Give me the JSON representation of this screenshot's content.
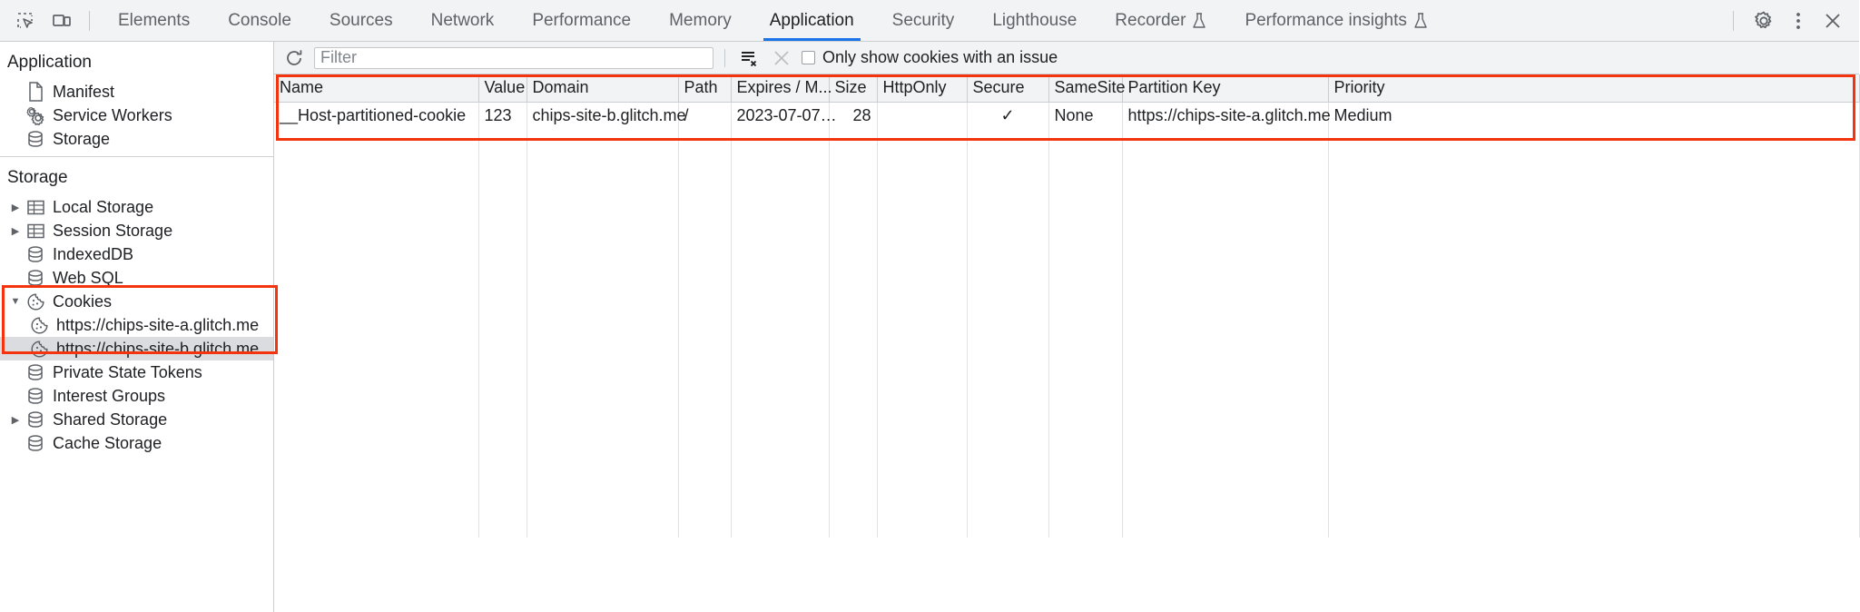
{
  "toolbar": {
    "icons": [
      {
        "name": "inspect-element-icon",
        "label": "Inspect element"
      },
      {
        "name": "device-toolbar-icon",
        "label": "Toggle device toolbar"
      }
    ],
    "tabs": [
      {
        "label": "Elements",
        "active": false,
        "experimental": false
      },
      {
        "label": "Console",
        "active": false,
        "experimental": false
      },
      {
        "label": "Sources",
        "active": false,
        "experimental": false
      },
      {
        "label": "Network",
        "active": false,
        "experimental": false
      },
      {
        "label": "Performance",
        "active": false,
        "experimental": false
      },
      {
        "label": "Memory",
        "active": false,
        "experimental": false
      },
      {
        "label": "Application",
        "active": true,
        "experimental": false
      },
      {
        "label": "Security",
        "active": false,
        "experimental": false
      },
      {
        "label": "Lighthouse",
        "active": false,
        "experimental": false
      },
      {
        "label": "Recorder",
        "active": false,
        "experimental": true
      },
      {
        "label": "Performance insights",
        "active": false,
        "experimental": true
      }
    ],
    "right_buttons": [
      {
        "name": "settings-gear-icon",
        "label": "Settings"
      },
      {
        "name": "more-options-icon",
        "label": "More options"
      },
      {
        "name": "close-devtools-icon",
        "label": "Close"
      }
    ],
    "active_tab_underline_color": "#1a73e8"
  },
  "sidebar": {
    "application_section": {
      "title": "Application",
      "items": [
        {
          "label": "Manifest",
          "icon": "document-icon",
          "indent": 2,
          "twisty": "none",
          "selected": false
        },
        {
          "label": "Service Workers",
          "icon": "gears-icon",
          "indent": 2,
          "twisty": "none",
          "selected": false
        },
        {
          "label": "Storage",
          "icon": "database-icon",
          "indent": 2,
          "twisty": "none",
          "selected": false
        }
      ]
    },
    "storage_section": {
      "title": "Storage",
      "items": [
        {
          "label": "Local Storage",
          "icon": "table-icon",
          "indent": 2,
          "twisty": "collapsed",
          "selected": false
        },
        {
          "label": "Session Storage",
          "icon": "table-icon",
          "indent": 2,
          "twisty": "collapsed",
          "selected": false
        },
        {
          "label": "IndexedDB",
          "icon": "database-icon",
          "indent": 2,
          "twisty": "none",
          "selected": false
        },
        {
          "label": "Web SQL",
          "icon": "database-icon",
          "indent": 2,
          "twisty": "none",
          "selected": false
        },
        {
          "label": "Cookies",
          "icon": "cookie-icon",
          "indent": 2,
          "twisty": "expanded",
          "selected": false
        },
        {
          "label": "https://chips-site-a.glitch.me",
          "icon": "cookie-icon",
          "indent": 3,
          "twisty": "none",
          "selected": false
        },
        {
          "label": "https://chips-site-b.glitch.me",
          "icon": "cookie-icon",
          "indent": 3,
          "twisty": "none",
          "selected": true
        },
        {
          "label": "Private State Tokens",
          "icon": "database-icon",
          "indent": 2,
          "twisty": "none",
          "selected": false
        },
        {
          "label": "Interest Groups",
          "icon": "database-icon",
          "indent": 2,
          "twisty": "none",
          "selected": false
        },
        {
          "label": "Shared Storage",
          "icon": "database-icon",
          "indent": 2,
          "twisty": "collapsed",
          "selected": false
        },
        {
          "label": "Cache Storage",
          "icon": "database-icon",
          "indent": 2,
          "twisty": "none",
          "selected": false
        }
      ]
    }
  },
  "filterbar": {
    "refresh_label": "Refresh",
    "filter_placeholder": "Filter",
    "filter_value": "",
    "clear_filter_label": "Clear filter",
    "clear_all_label": "Clear all cookies",
    "only_issues_label": "Only show cookies with an issue",
    "only_issues_checked": false
  },
  "table": {
    "columns": [
      {
        "key": "name",
        "label": "Name"
      },
      {
        "key": "value",
        "label": "Value"
      },
      {
        "key": "domain",
        "label": "Domain"
      },
      {
        "key": "path",
        "label": "Path"
      },
      {
        "key": "expires",
        "label": "Expires / M..."
      },
      {
        "key": "size",
        "label": "Size"
      },
      {
        "key": "httponly",
        "label": "HttpOnly"
      },
      {
        "key": "secure",
        "label": "Secure"
      },
      {
        "key": "samesite",
        "label": "SameSite"
      },
      {
        "key": "partitionkey",
        "label": "Partition Key"
      },
      {
        "key": "priority",
        "label": "Priority"
      }
    ],
    "rows": [
      {
        "name": "__Host-partitioned-cookie",
        "value": "123",
        "domain": "chips-site-b.glitch.me",
        "path": "/",
        "expires": "2023-07-07…",
        "size": "28",
        "httponly": "",
        "secure": "✓",
        "samesite": "None",
        "partitionkey": "https://chips-site-a.glitch.me",
        "priority": "Medium"
      }
    ]
  },
  "annotations": {
    "color": "#f4330f",
    "boxes": [
      {
        "name": "cookies-tree-highlight"
      },
      {
        "name": "cookies-table-highlight"
      }
    ]
  }
}
